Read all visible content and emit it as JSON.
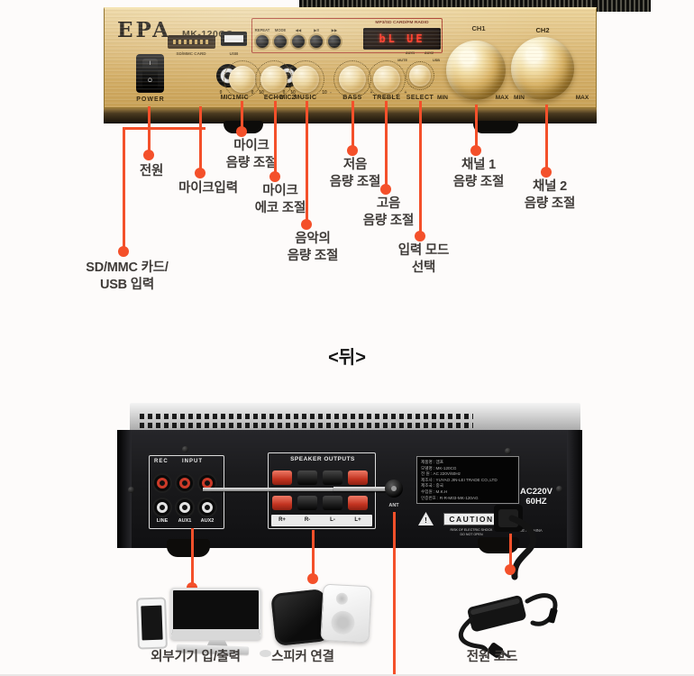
{
  "colors": {
    "annotation": "#f4502a",
    "panel_gold": "#ddb977",
    "display_red": "#ff2815",
    "back_black": "#1a1a1c"
  },
  "front_panel": {
    "brand": "EPA",
    "model": "MK-120CG",
    "sd_slot_label": "SD/MMC CARD",
    "usb_label": "USB",
    "power": {
      "label": "POWER",
      "on": "I",
      "off": "O"
    },
    "mic1_label": "MIC1",
    "mic2_label": "MIC2",
    "buttons": [
      {
        "label": "REPEAT"
      },
      {
        "label": "MODE"
      },
      {
        "label": "◀◀"
      },
      {
        "label": "▶II"
      },
      {
        "label": "▶▶"
      }
    ],
    "display": {
      "label": "MP3/SD CARD/FM RADIO",
      "value": "bL UE"
    },
    "knobs": [
      {
        "label": "MIC",
        "min": "0",
        "max": "10"
      },
      {
        "label": "ECHO",
        "min": "0",
        "max": "10"
      },
      {
        "label": "MUSIC",
        "min": "0",
        "max": "10"
      },
      {
        "label": "BASS",
        "min": "-",
        "max": "+"
      },
      {
        "label": "TREBLE",
        "min": "-",
        "max": "+"
      }
    ],
    "select": {
      "label": "SELECT",
      "options": [
        "MUTE",
        "AUX1",
        "AUX2",
        "USB"
      ]
    },
    "ch1": {
      "label": "CH1",
      "min": "MIN",
      "max": "MAX"
    },
    "ch2": {
      "label": "CH2",
      "min": "MIN",
      "max": "MAX"
    }
  },
  "front_annotations": {
    "sd": "SD/MMC 카드/\nUSB 입력",
    "power": "전원",
    "mic_input": "마이크입력",
    "mic_volume": "마이크\n음량 조절",
    "mic_echo": "마이크\n에코 조절",
    "music_volume": "음악의\n음량 조절",
    "bass_volume": "저음\n음량 조절",
    "treble_volume": "고음\n음량 조절",
    "input_mode": "입력 모드\n선택",
    "ch1_volume": "채널 1\n음량 조절",
    "ch2_volume": "채널 2\n음량 조절"
  },
  "divider_label": "<뒤>",
  "back_panel": {
    "rec_label": "REC",
    "input_label": "INPUT",
    "jack_labels": [
      "LINE",
      "AUX1",
      "AUX2"
    ],
    "speaker_title": "SPEAKER OUTPUTS",
    "terminals": [
      "R+",
      "R-",
      "L-",
      "L+"
    ],
    "ant_label": "ANT",
    "spec_rows": [
      "제품명 : 앰프",
      "모델명 : MK-120CG",
      "전  원 : AC 220V/60Hz",
      "제조사 : YUYAO JIN-LEI TRADE CO.,LTD",
      "제조국 : 중국",
      "수입원 : M.K.H",
      "인증번호 : R-R-M03-MK-120AG"
    ],
    "power_rating": "AC220V\n60HZ",
    "caution": "CAUTION",
    "caution_warning": "!",
    "caution_sub": "RISK OF ELECTRIC SHOCK\nDO NOT OPEN",
    "made_in": "MADE IN CHINA"
  },
  "back_annotations": {
    "external": "외부기기 입/출력",
    "speaker": "스피커 연결",
    "power_cord": "전원 코드"
  }
}
